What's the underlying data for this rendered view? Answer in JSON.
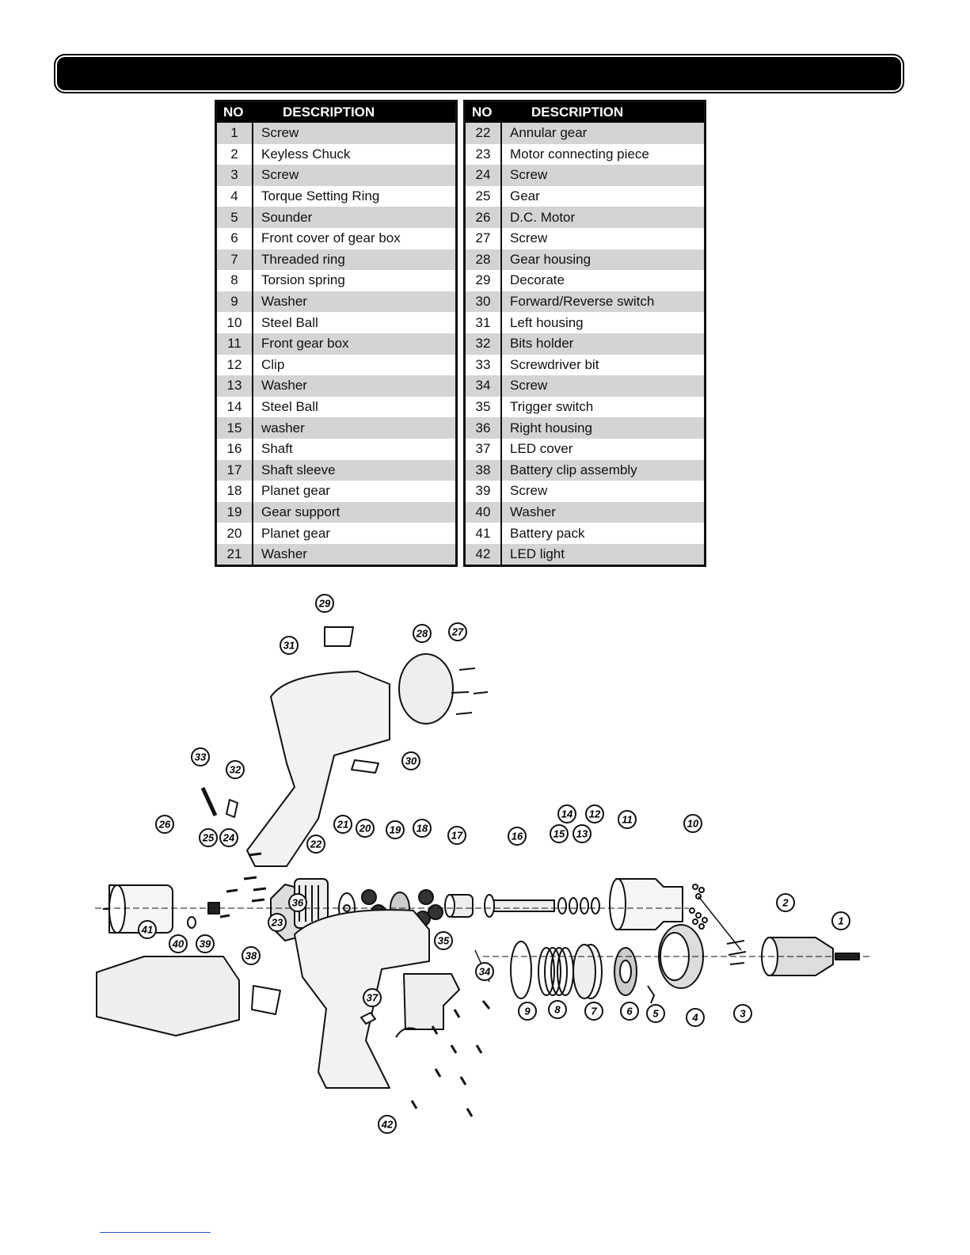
{
  "header": {
    "title": ""
  },
  "table": {
    "col_no": "NO",
    "col_desc": "DESCRIPTION",
    "left": [
      {
        "no": "1",
        "desc": "Screw"
      },
      {
        "no": "2",
        "desc": "Keyless Chuck"
      },
      {
        "no": "3",
        "desc": "Screw"
      },
      {
        "no": "4",
        "desc": "Torque Setting Ring"
      },
      {
        "no": "5",
        "desc": "Sounder"
      },
      {
        "no": "6",
        "desc": "Front cover of gear box"
      },
      {
        "no": "7",
        "desc": "Threaded ring"
      },
      {
        "no": "8",
        "desc": "Torsion spring"
      },
      {
        "no": "9",
        "desc": "Washer"
      },
      {
        "no": "10",
        "desc": "Steel Ball"
      },
      {
        "no": "11",
        "desc": "Front gear box"
      },
      {
        "no": "12",
        "desc": "Clip"
      },
      {
        "no": "13",
        "desc": "Washer"
      },
      {
        "no": "14",
        "desc": "Steel Ball"
      },
      {
        "no": "15",
        "desc": "washer"
      },
      {
        "no": "16",
        "desc": "Shaft"
      },
      {
        "no": "17",
        "desc": "Shaft sleeve"
      },
      {
        "no": "18",
        "desc": "Planet gear"
      },
      {
        "no": "19",
        "desc": "Gear support"
      },
      {
        "no": "20",
        "desc": "Planet gear"
      },
      {
        "no": "21",
        "desc": "Washer"
      }
    ],
    "right": [
      {
        "no": "22",
        "desc": "Annular gear"
      },
      {
        "no": "23",
        "desc": "Motor connecting piece"
      },
      {
        "no": "24",
        "desc": "Screw"
      },
      {
        "no": "25",
        "desc": "Gear"
      },
      {
        "no": "26",
        "desc": "D.C. Motor"
      },
      {
        "no": "27",
        "desc": "Screw"
      },
      {
        "no": "28",
        "desc": "Gear housing"
      },
      {
        "no": "29",
        "desc": "Decorate"
      },
      {
        "no": "30",
        "desc": "Forward/Reverse switch"
      },
      {
        "no": "31",
        "desc": "Left housing"
      },
      {
        "no": "32",
        "desc": "Bits holder"
      },
      {
        "no": "33",
        "desc": "Screwdriver bit"
      },
      {
        "no": "34",
        "desc": "Screw"
      },
      {
        "no": "35",
        "desc": "Trigger switch"
      },
      {
        "no": "36",
        "desc": "Right housing"
      },
      {
        "no": "37",
        "desc": "LED cover"
      },
      {
        "no": "38",
        "desc": "Battery clip assembly"
      },
      {
        "no": "39",
        "desc": "Screw"
      },
      {
        "no": "40",
        "desc": "Washer"
      },
      {
        "no": "41",
        "desc": "Battery pack"
      },
      {
        "no": "42",
        "desc": "LED light"
      }
    ]
  },
  "diagram": {
    "callouts": [
      "1",
      "2",
      "3",
      "4",
      "5",
      "6",
      "7",
      "8",
      "9",
      "10",
      "11",
      "12",
      "13",
      "14",
      "15",
      "16",
      "17",
      "18",
      "19",
      "20",
      "21",
      "22",
      "23",
      "24",
      "25",
      "26",
      "27",
      "28",
      "29",
      "30",
      "31",
      "32",
      "33",
      "34",
      "35",
      "36",
      "37",
      "38",
      "39",
      "40",
      "41",
      "42"
    ]
  }
}
